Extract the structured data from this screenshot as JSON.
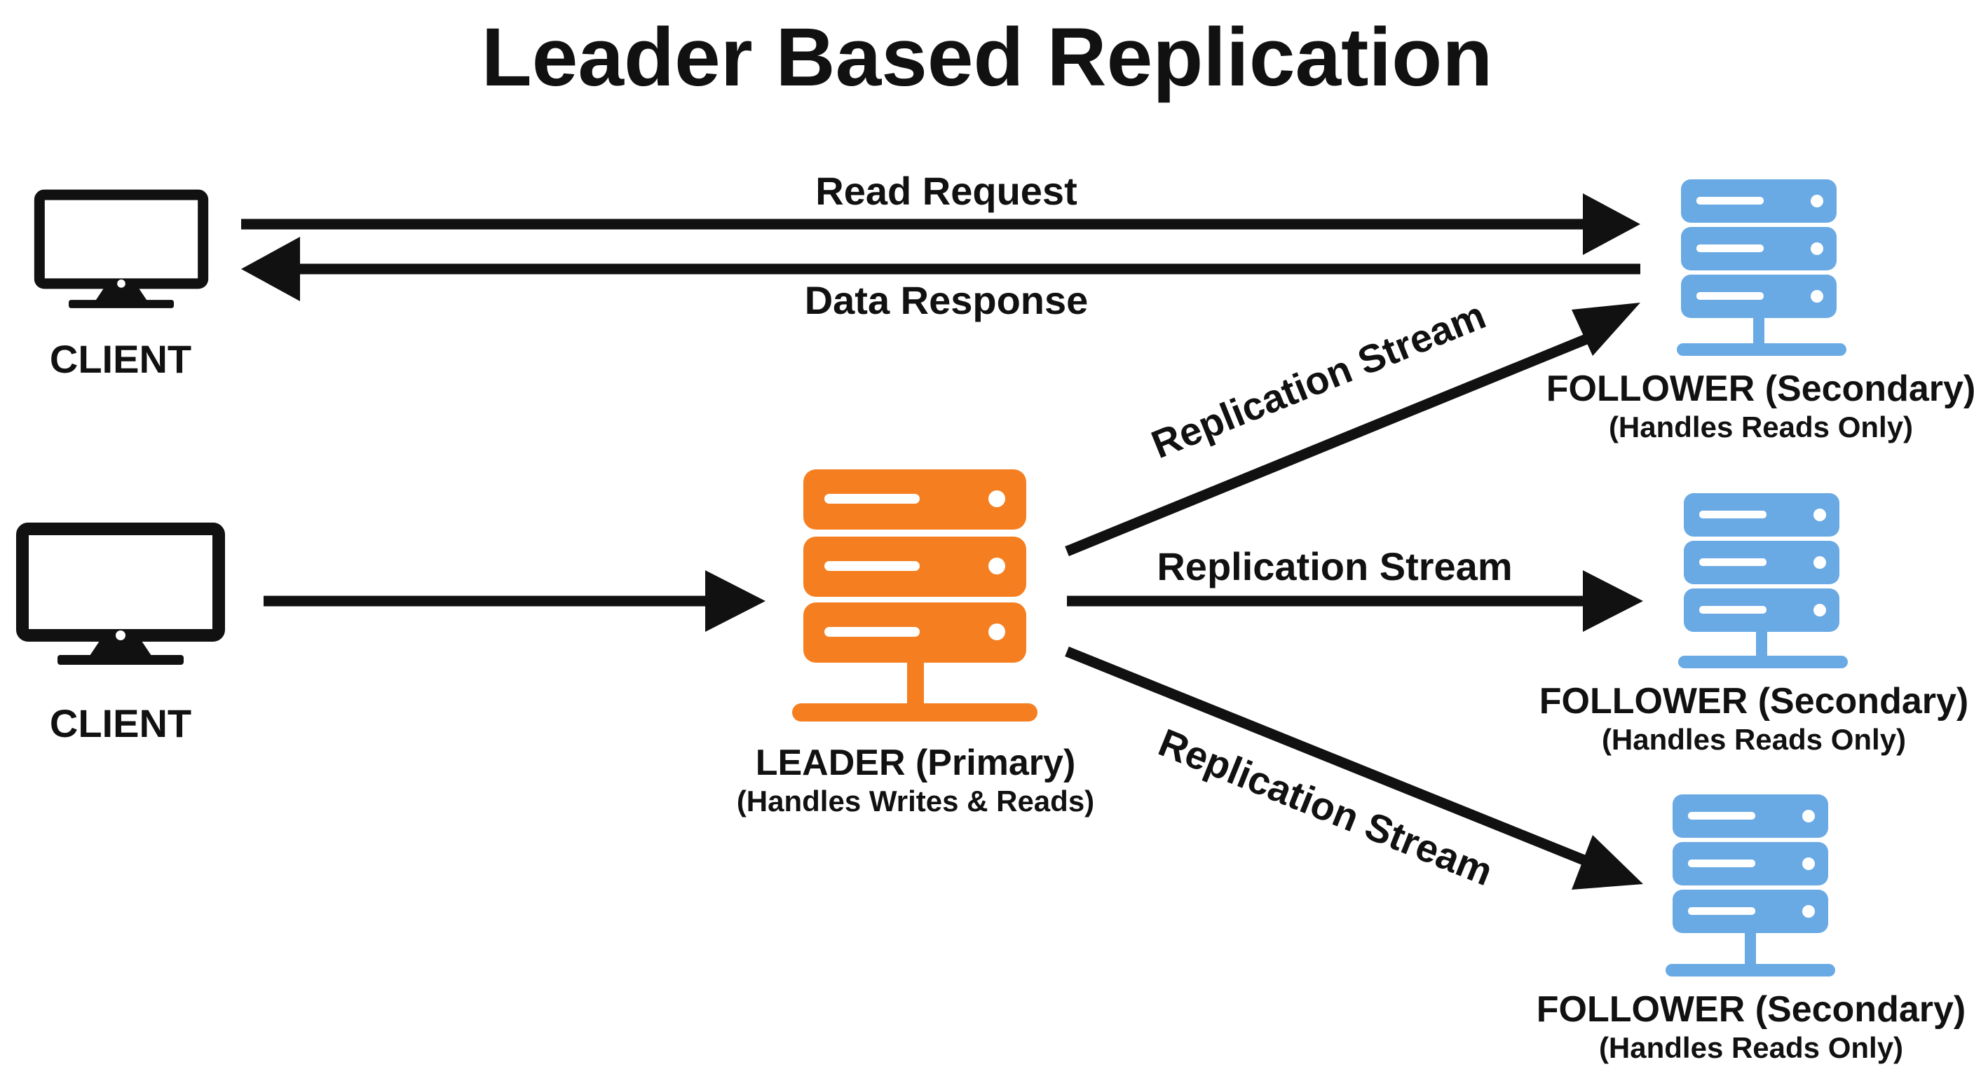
{
  "title": "Leader Based Replication",
  "clients": [
    {
      "label": "CLIENT"
    },
    {
      "label": "CLIENT"
    }
  ],
  "leader": {
    "label": "LEADER (Primary)",
    "sublabel": "(Handles Writes & Reads)",
    "color": "#F57F20"
  },
  "followers": [
    {
      "label": "FOLLOWER (Secondary)",
      "sublabel": "(Handles Reads Only)"
    },
    {
      "label": "FOLLOWER (Secondary)",
      "sublabel": "(Handles Reads Only)"
    },
    {
      "label": "FOLLOWER (Secondary)",
      "sublabel": "(Handles Reads Only)"
    }
  ],
  "follower_color": "#6AAAE4",
  "arrows": {
    "read_request": "Read Request",
    "data_response": "Data Response",
    "replication_streams": [
      "Replication Stream",
      "Replication Stream",
      "Replication Stream"
    ]
  }
}
